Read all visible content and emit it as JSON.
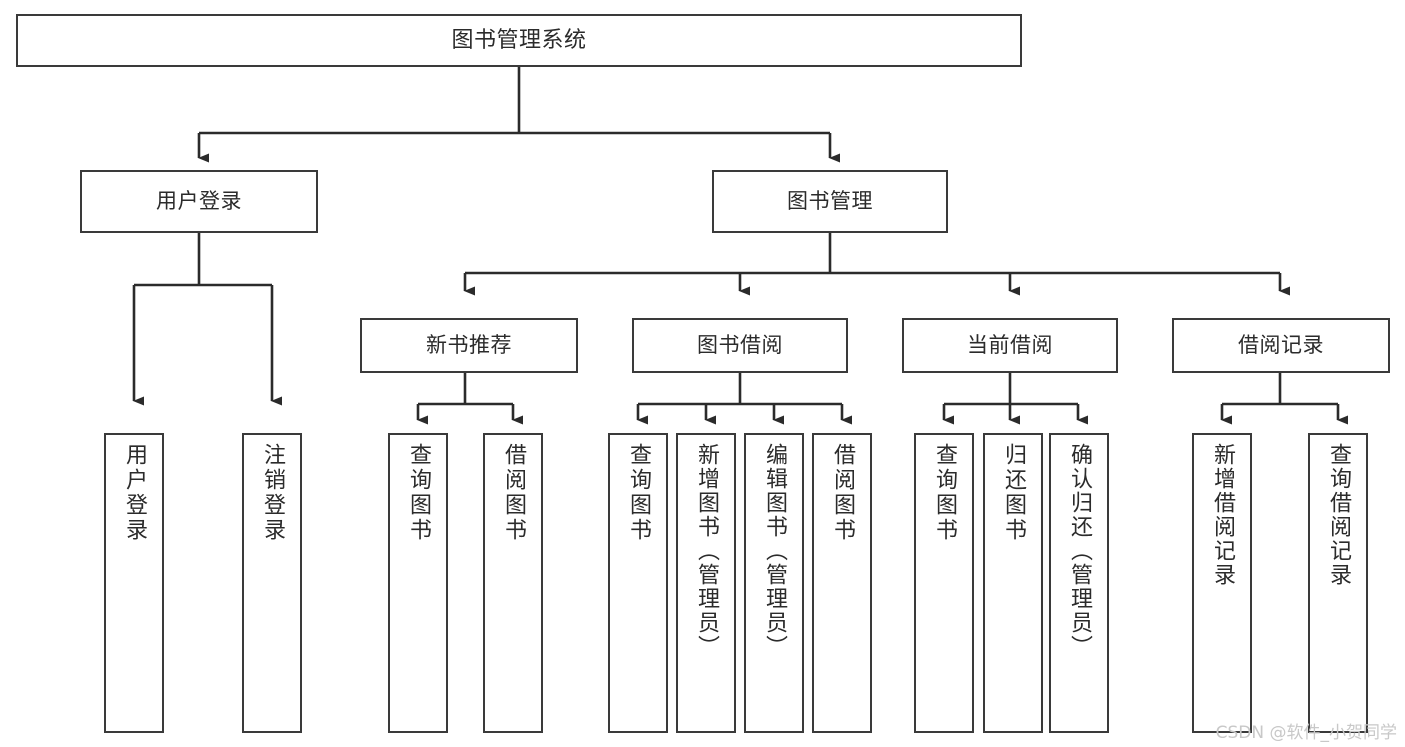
{
  "diagram": {
    "title": "图书管理系统",
    "type": "tree",
    "watermark": "CSDN @软件_小贺同学",
    "colors": {
      "box_border": "#3a3a3a",
      "box_fill": "#ffffff",
      "edge": "#2b2b2b",
      "text": "#2b2b2b",
      "watermark": "#c8c8c8",
      "background": "#ffffff"
    },
    "nodes": {
      "root": {
        "label": "图书管理系统"
      },
      "level2": [
        {
          "label": "用户登录"
        },
        {
          "label": "图书管理"
        }
      ],
      "level3": [
        {
          "label": "新书推荐"
        },
        {
          "label": "图书借阅"
        },
        {
          "label": "当前借阅"
        },
        {
          "label": "借阅记录"
        }
      ],
      "leaves": {
        "user_login": [
          {
            "label": "用户登录"
          },
          {
            "label": "注销登录"
          }
        ],
        "new_book_recommend": [
          {
            "label": "查询图书"
          },
          {
            "label": "借阅图书"
          }
        ],
        "book_borrow": [
          {
            "label": "查询图书"
          },
          {
            "label": "新增图书（管理员）"
          },
          {
            "label": "编辑图书（管理员）"
          },
          {
            "label": "借阅图书"
          }
        ],
        "current_borrow": [
          {
            "label": "查询图书"
          },
          {
            "label": "归还图书"
          },
          {
            "label": "确认归还（管理员）"
          }
        ],
        "borrow_record": [
          {
            "label": "新增借阅记录"
          },
          {
            "label": "查询借阅记录"
          }
        ]
      }
    }
  }
}
